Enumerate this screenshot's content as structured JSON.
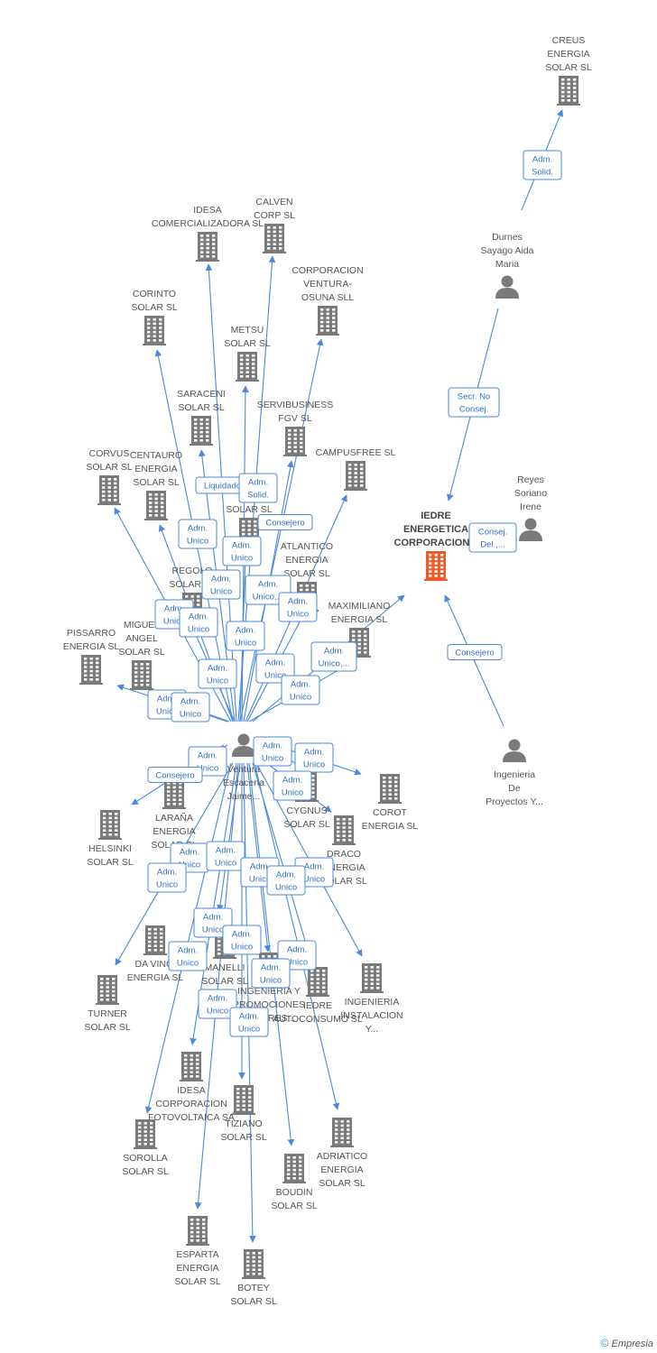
{
  "colors": {
    "edge": "#4a89dc",
    "company": "#7a7a7a",
    "focus": "#f05a28",
    "person": "#7a7a7a"
  },
  "nodes": [
    {
      "id": "creus",
      "type": "company",
      "lines": [
        "CREUS",
        "ENERGIA",
        "SOLAR SL"
      ]
    },
    {
      "id": "durnes",
      "type": "person",
      "lines": [
        "Durnes",
        "Sayago Aida",
        "Maria"
      ]
    },
    {
      "id": "iedre",
      "type": "focus",
      "lines": [
        "IEDRE",
        "ENERGETICA",
        "CORPORACION..."
      ]
    },
    {
      "id": "reyes",
      "type": "person",
      "lines": [
        "Reyes",
        "Soriano",
        "Irene"
      ]
    },
    {
      "id": "ingproy",
      "type": "person",
      "lines": [
        "Ingenieria",
        "De",
        "Proyectos Y..."
      ]
    },
    {
      "id": "ventura",
      "type": "person",
      "lines": [
        "Ventura",
        "Escacena",
        "Jaime..."
      ]
    },
    {
      "id": "idesa_com",
      "type": "company",
      "lines": [
        "IDESA",
        "COMERCIALIZADORA SL"
      ]
    },
    {
      "id": "calven",
      "type": "company",
      "lines": [
        "CALVEN",
        "CORP SL"
      ]
    },
    {
      "id": "corp_ventura",
      "type": "company",
      "lines": [
        "CORPORACION",
        "VENTURA-",
        "OSUNA  SLL"
      ]
    },
    {
      "id": "corinto",
      "type": "company",
      "lines": [
        "CORINTO",
        "SOLAR SL"
      ]
    },
    {
      "id": "metsu",
      "type": "company",
      "lines": [
        "METSU",
        "SOLAR SL"
      ]
    },
    {
      "id": "saraceni",
      "type": "company",
      "lines": [
        "SARACENI",
        "SOLAR SL"
      ]
    },
    {
      "id": "servibusiness",
      "type": "company",
      "lines": [
        "SERVIBUSINESS",
        "FGV SL"
      ]
    },
    {
      "id": "campusfree",
      "type": "company",
      "lines": [
        "CAMPUSFREE SL"
      ]
    },
    {
      "id": "corvus",
      "type": "company",
      "lines": [
        "CORVUS",
        "SOLAR SL"
      ]
    },
    {
      "id": "centauro",
      "type": "company",
      "lines": [
        "CENTAURO",
        "ENERGIA",
        "SOLAR SL"
      ]
    },
    {
      "id": "da_solar",
      "type": "company",
      "lines": [
        "DA",
        "SOLAR SL"
      ]
    },
    {
      "id": "atlantico",
      "type": "company",
      "lines": [
        "ATLANTICO",
        "ENERGIA",
        "SOLAR SL"
      ]
    },
    {
      "id": "regolo",
      "type": "company",
      "lines": [
        "REGOLO",
        "SOLAR SL"
      ]
    },
    {
      "id": "maximiliano",
      "type": "company",
      "lines": [
        "MAXIMILIANO",
        "ENERGIA SL"
      ]
    },
    {
      "id": "miguel_angel",
      "type": "company",
      "lines": [
        "MIGUEL",
        "ANGEL",
        "SOLAR SL"
      ]
    },
    {
      "id": "pissarro",
      "type": "company",
      "lines": [
        "PISSARRO",
        "ENERGIA SL"
      ]
    },
    {
      "id": "cygnus",
      "type": "company",
      "lines": [
        "CYGNUS",
        "SOLAR SL"
      ]
    },
    {
      "id": "corot",
      "type": "company",
      "lines": [
        "COROT",
        "ENERGIA SL"
      ]
    },
    {
      "id": "larana",
      "type": "company",
      "lines": [
        "LARAÑA",
        "ENERGIA",
        "SOLAR SL"
      ]
    },
    {
      "id": "helsinki",
      "type": "company",
      "lines": [
        "HELSINKI",
        "SOLAR SL"
      ]
    },
    {
      "id": "draco",
      "type": "company",
      "lines": [
        "DRACO",
        "ENERGIA",
        "SOLAR SL"
      ]
    },
    {
      "id": "da_vinci",
      "type": "company",
      "lines": [
        "DA VINCI",
        "ENERGIA SL"
      ]
    },
    {
      "id": "manelli",
      "type": "company",
      "lines": [
        "MANELLI",
        "SOLAR SL"
      ]
    },
    {
      "id": "ing_promociones",
      "type": "company",
      "lines": [
        "INGENIERIA Y",
        "PROMOCIONES",
        "SOLARES..."
      ]
    },
    {
      "id": "iedre_auto",
      "type": "company",
      "lines": [
        "IEDRE",
        "AUTOCONSUMO SL"
      ]
    },
    {
      "id": "ing_instalacion",
      "type": "company",
      "lines": [
        "INGENIERIA",
        "INSTALACION",
        "Y..."
      ]
    },
    {
      "id": "turner",
      "type": "company",
      "lines": [
        "TURNER",
        "SOLAR SL"
      ]
    },
    {
      "id": "idesa_corp",
      "type": "company",
      "lines": [
        "IDESA",
        "CORPORACION",
        "FOTOVOLTAICA SA"
      ]
    },
    {
      "id": "tiziano",
      "type": "company",
      "lines": [
        "TIZIANO",
        "SOLAR SL"
      ]
    },
    {
      "id": "sorolla",
      "type": "company",
      "lines": [
        "SOROLLA",
        "SOLAR SL"
      ]
    },
    {
      "id": "adriatico",
      "type": "company",
      "lines": [
        "ADRIATICO",
        "ENERGIA",
        "SOLAR SL"
      ]
    },
    {
      "id": "boudin",
      "type": "company",
      "lines": [
        "BOUDIN",
        "SOLAR SL"
      ]
    },
    {
      "id": "esparta",
      "type": "company",
      "lines": [
        "ESPARTA",
        "ENERGIA",
        "SOLAR SL"
      ]
    },
    {
      "id": "botey",
      "type": "company",
      "lines": [
        "BOTEY",
        "SOLAR SL"
      ]
    }
  ],
  "edge_tags": [
    {
      "id": "t_creus",
      "lines": [
        "Adm.",
        "Solid."
      ]
    },
    {
      "id": "t_durnes",
      "lines": [
        "Secr.  No",
        "Consej."
      ]
    },
    {
      "id": "t_reyes",
      "lines": [
        "Consej.",
        "Del.,..."
      ]
    },
    {
      "id": "t_ingproy",
      "lines": [
        "Consejero"
      ]
    },
    {
      "id": "t_liquidador",
      "lines": [
        "Liquidador"
      ]
    },
    {
      "id": "t_solid2",
      "lines": [
        "Adm.",
        "Solid."
      ]
    },
    {
      "id": "t_consejero1",
      "lines": [
        "Consejero"
      ]
    },
    {
      "id": "t_u1",
      "lines": [
        "Adm.",
        "Unico"
      ]
    },
    {
      "id": "t_u2",
      "lines": [
        "Adm.",
        "Unico"
      ]
    },
    {
      "id": "t_u3",
      "lines": [
        "Adm.",
        "Unico"
      ]
    },
    {
      "id": "t_u4",
      "lines": [
        "Adm.",
        "Unico,..."
      ]
    },
    {
      "id": "t_u5",
      "lines": [
        "Adm.",
        "Unico"
      ]
    },
    {
      "id": "t_u6",
      "lines": [
        "Adm.",
        "Unico"
      ]
    },
    {
      "id": "t_u7",
      "lines": [
        "Adm.",
        "Unico"
      ]
    },
    {
      "id": "t_u8",
      "lines": [
        "Adm.",
        "Unico"
      ]
    },
    {
      "id": "t_u9",
      "lines": [
        "Adm.",
        "Unico,..."
      ]
    },
    {
      "id": "t_u10",
      "lines": [
        "Adm.",
        "Unico"
      ]
    },
    {
      "id": "t_u11",
      "lines": [
        "Adm.",
        "Unico"
      ]
    },
    {
      "id": "t_u12",
      "lines": [
        "Adm.",
        "Unico"
      ]
    },
    {
      "id": "t_u13",
      "lines": [
        "Adm.",
        "Unico"
      ]
    },
    {
      "id": "t_u14",
      "lines": [
        "Adm.",
        "Unico"
      ]
    },
    {
      "id": "t_u15",
      "lines": [
        "Adm.",
        "Unico"
      ]
    },
    {
      "id": "t_u16",
      "lines": [
        "Adm.",
        "Unico"
      ]
    },
    {
      "id": "t_u17",
      "lines": [
        "Adm.",
        "Unico"
      ]
    },
    {
      "id": "t_u18",
      "lines": [
        "Adm.",
        "Unico"
      ]
    },
    {
      "id": "t_consejero2",
      "lines": [
        "Consejero"
      ]
    },
    {
      "id": "t_u19",
      "lines": [
        "Adm.",
        "Unico"
      ]
    },
    {
      "id": "t_u20",
      "lines": [
        "Adm.",
        "Unico"
      ]
    },
    {
      "id": "t_u21",
      "lines": [
        "Adm.",
        "Unico"
      ]
    },
    {
      "id": "t_u22",
      "lines": [
        "Adm.",
        "Unico"
      ]
    },
    {
      "id": "t_u23",
      "lines": [
        "Adm.",
        "Unico"
      ]
    },
    {
      "id": "t_u24",
      "lines": [
        "Adm.",
        "Unico"
      ]
    },
    {
      "id": "t_u25",
      "lines": [
        "Adm.",
        "Unico"
      ]
    },
    {
      "id": "t_u26",
      "lines": [
        "Adm.",
        "Unico"
      ]
    },
    {
      "id": "t_u27",
      "lines": [
        "Adm.",
        "Unico"
      ]
    },
    {
      "id": "t_u28",
      "lines": [
        "Adm.",
        "Unico"
      ]
    },
    {
      "id": "t_u29",
      "lines": [
        "Adm.",
        "Unico"
      ]
    },
    {
      "id": "t_u30",
      "lines": [
        "Adm.",
        "Unico"
      ]
    },
    {
      "id": "t_u31",
      "lines": [
        "Adm.",
        "Unico"
      ]
    },
    {
      "id": "t_u32",
      "lines": [
        "Adm.",
        "Unico"
      ]
    }
  ],
  "footer": {
    "copyright": "©",
    "brand": "Empresia"
  }
}
